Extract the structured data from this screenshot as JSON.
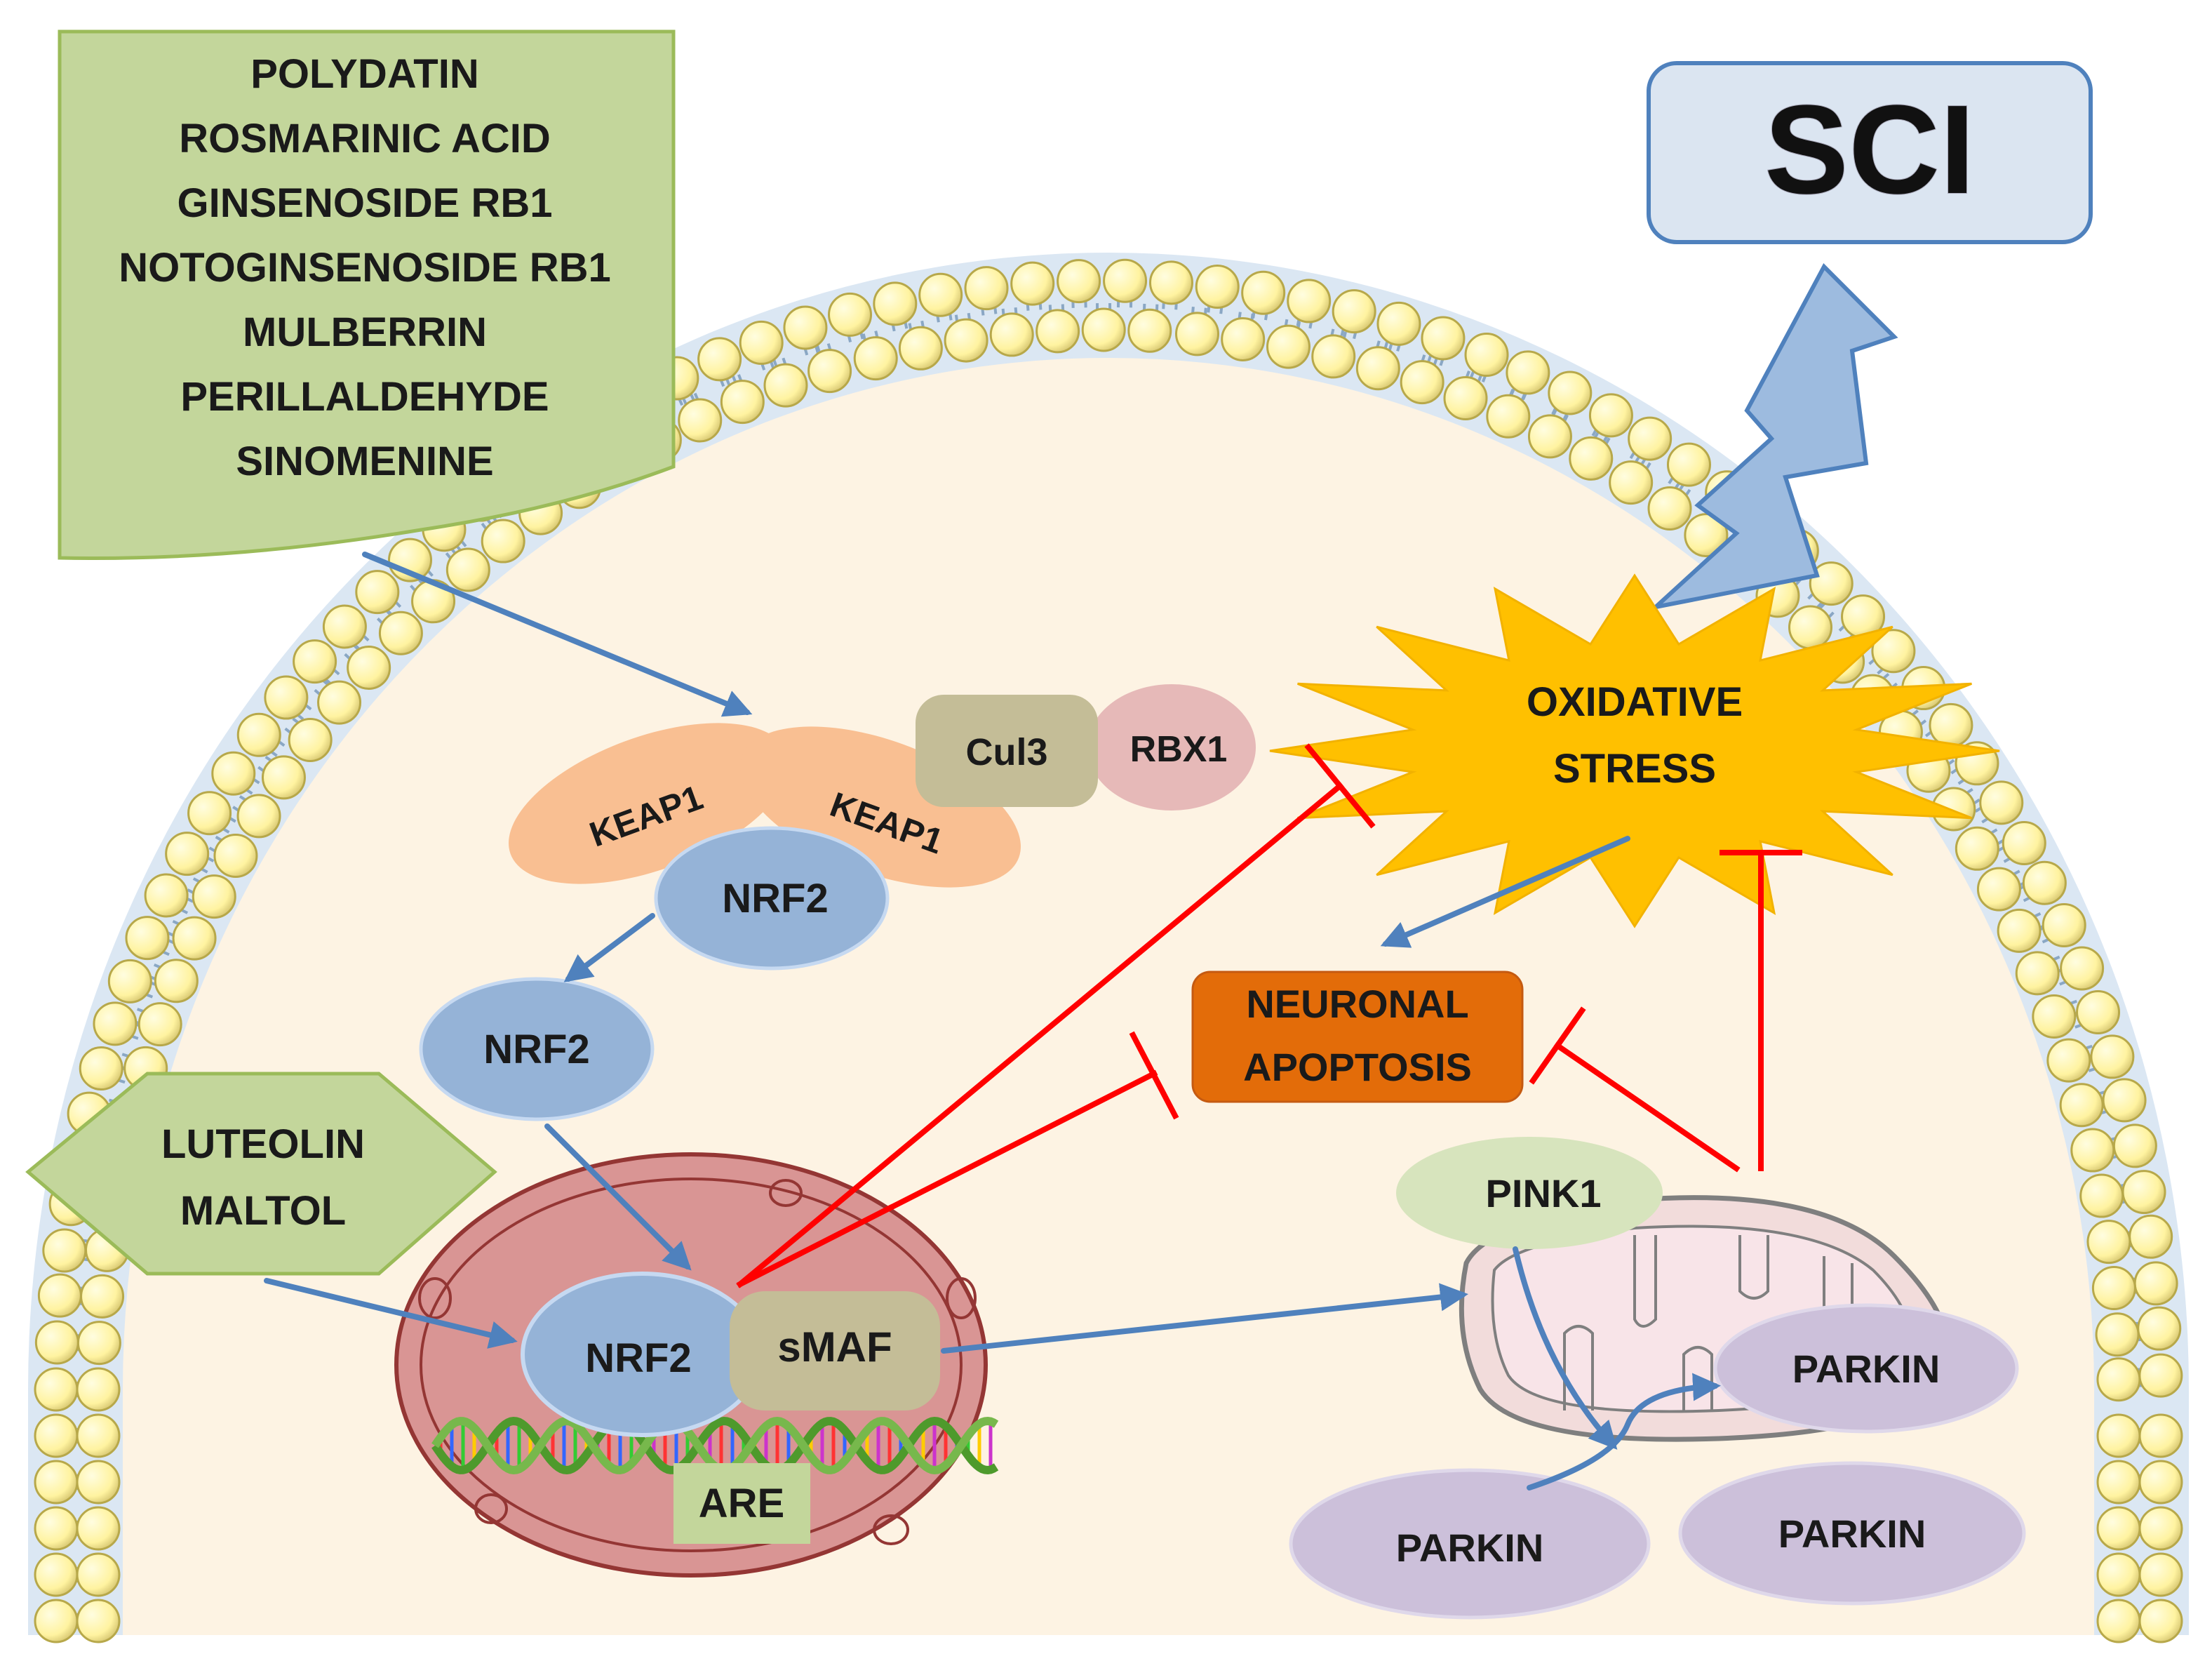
{
  "sci": {
    "label": "SCI"
  },
  "compounds_top": [
    "POLYDATIN",
    "ROSMARINIC ACID",
    "GINSENOSIDE RB1",
    "NOTOGINSENOSIDE RB1",
    "MULBERRIN",
    "PERILLALDEHYDE",
    "SINOMENINE"
  ],
  "compounds_side": [
    "LUTEOLIN",
    "MALTOL"
  ],
  "proteins": {
    "keap1_left": "KEAP1",
    "keap1_right": "KEAP1",
    "cul3": "Cul3",
    "rbx1": "RBX1",
    "nrf2_bound": "NRF2",
    "nrf2_free": "NRF2",
    "nrf2_nucleus": "NRF2",
    "smaf": "sMAF",
    "are": "ARE",
    "pink1": "PINK1",
    "parkin_1": "PARKIN",
    "parkin_2": "PARKIN",
    "parkin_3": "PARKIN"
  },
  "oxidative_stress": [
    "OXIDATIVE",
    "STRESS"
  ],
  "neuronal_apoptosis": [
    "NEURONAL",
    "APOPTOSIS"
  ],
  "colors": {
    "green_box": "#c3d69b",
    "arrow_blue": "#4f81bd",
    "inhibit_red": "#ff0000",
    "star_fill": "#ffc000",
    "apoptosis_fill": "#e36c09",
    "nucleus_fill": "#d99594",
    "cytoplasm": "#fdf3e3",
    "lipid_head": "#fff5a8",
    "keap1": "#f9bf92",
    "nrf2": "#95b3d7",
    "cul3_smaf": "#c4bd97",
    "rbx1": "#e6b9b8",
    "parkin": "#ccc0da",
    "pink1": "#d7e4bd",
    "are_fill": "#c3d69b",
    "sci_fill": "#dbe5f1"
  }
}
